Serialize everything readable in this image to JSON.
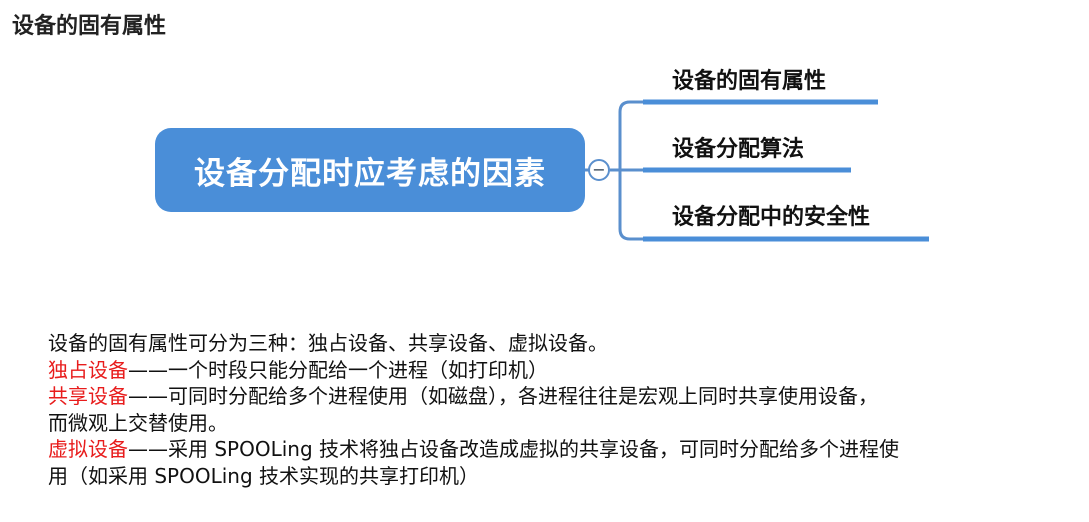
{
  "page": {
    "title": "设备的固有属性"
  },
  "mindmap": {
    "root": "设备分配时应考虑的因素",
    "toggle": "−",
    "branches": [
      {
        "label": "设备的固有属性"
      },
      {
        "label": "设备分配算法"
      },
      {
        "label": "设备分配中的安全性"
      }
    ]
  },
  "description": {
    "intro": "设备的固有属性可分为三种：独占设备、共享设备、虚拟设备。",
    "items": [
      {
        "term": "独占设备",
        "text": "——一个时段只能分配给一个进程（如打印机）"
      },
      {
        "term": "共享设备",
        "text": "——可同时分配给多个进程使用（如磁盘），各进程往往是宏观上同时共享使用设备，",
        "text2": "而微观上交替使用。"
      },
      {
        "term": "虚拟设备",
        "text": "——采用 SPOOLing 技术将独占设备改造成虚拟的共享设备，可同时分配给多个进程使",
        "text2": "用（如采用 SPOOLing 技术实现的共享打印机）"
      }
    ]
  },
  "colors": {
    "node": "#4a8ed8",
    "connector": "#5a8fcd",
    "highlight": "#e81c1c"
  }
}
